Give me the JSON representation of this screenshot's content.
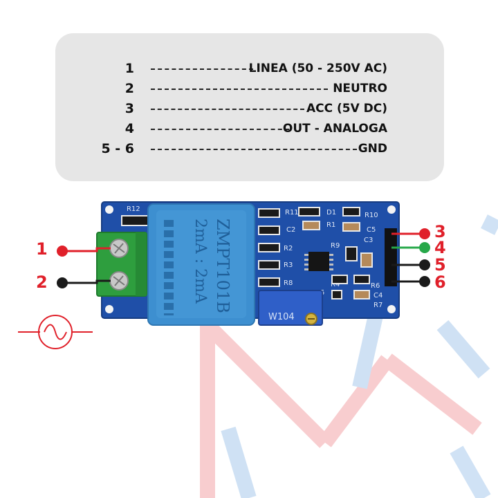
{
  "legend": {
    "rows": [
      {
        "num": "1",
        "label": "LINEA (50 - 250V AC)"
      },
      {
        "num": "2",
        "label": "NEUTRO"
      },
      {
        "num": "3",
        "label": "ACC (5V DC)"
      },
      {
        "num": "4",
        "label": "OUT - ANALOGA"
      },
      {
        "num": "5 - 6",
        "label": "GND"
      }
    ]
  },
  "board": {
    "transformer_text": "ZMPT101B",
    "transformer_spec": "2mA : 2mA",
    "pot_text": "W104",
    "silkscreen": [
      "R12",
      "R11",
      "D1",
      "R10",
      "C2",
      "R1",
      "C5",
      "R2",
      "R9",
      "C3",
      "R3",
      "R8",
      "R4",
      "R6",
      "R5",
      "C4",
      "R7"
    ]
  },
  "callouts": {
    "left": [
      "1",
      "2"
    ],
    "right": [
      "3",
      "4",
      "5",
      "6"
    ]
  },
  "colors": {
    "red": "#e0202a",
    "green": "#27a84a",
    "black": "#1a1a1a",
    "pcb": "#1f4fa8",
    "transformer": "#3d8fd0",
    "terminal": "#2e9e3e",
    "legend_bg": "#e6e6e6"
  },
  "icons": [
    "ac-source-icon"
  ]
}
